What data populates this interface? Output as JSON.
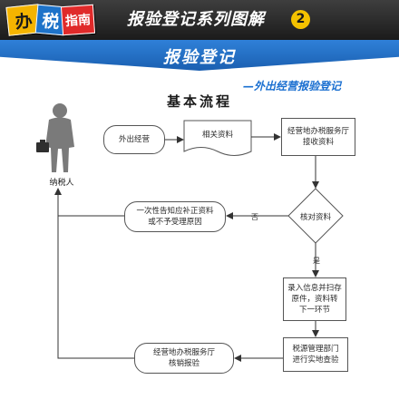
{
  "header": {
    "badges": [
      "办",
      "税",
      "指南"
    ],
    "series_title": "报验登记系列图解",
    "series_number": "2"
  },
  "ribbon": {
    "title": "报验登记"
  },
  "subtitle": "—外出经营报验登记",
  "flow": {
    "title": "基本流程",
    "person_label": "纳税人",
    "nodes": {
      "waichu": "外出经营",
      "ziliao": "相关资料",
      "shouli": "经营地办税服务厅\n接收资料",
      "hedui": "核对资料",
      "buzheng": "一次性告知应补正资料\n或不予受理原因",
      "luru": "录入信息并扫存\n原件，资料转\n下一环节",
      "diaocha": "税源管理部门\n进行实地查验",
      "hexiao": "经营地办税服务厅\n核销报验"
    },
    "edge_labels": {
      "no": "否",
      "yes": "是"
    }
  }
}
